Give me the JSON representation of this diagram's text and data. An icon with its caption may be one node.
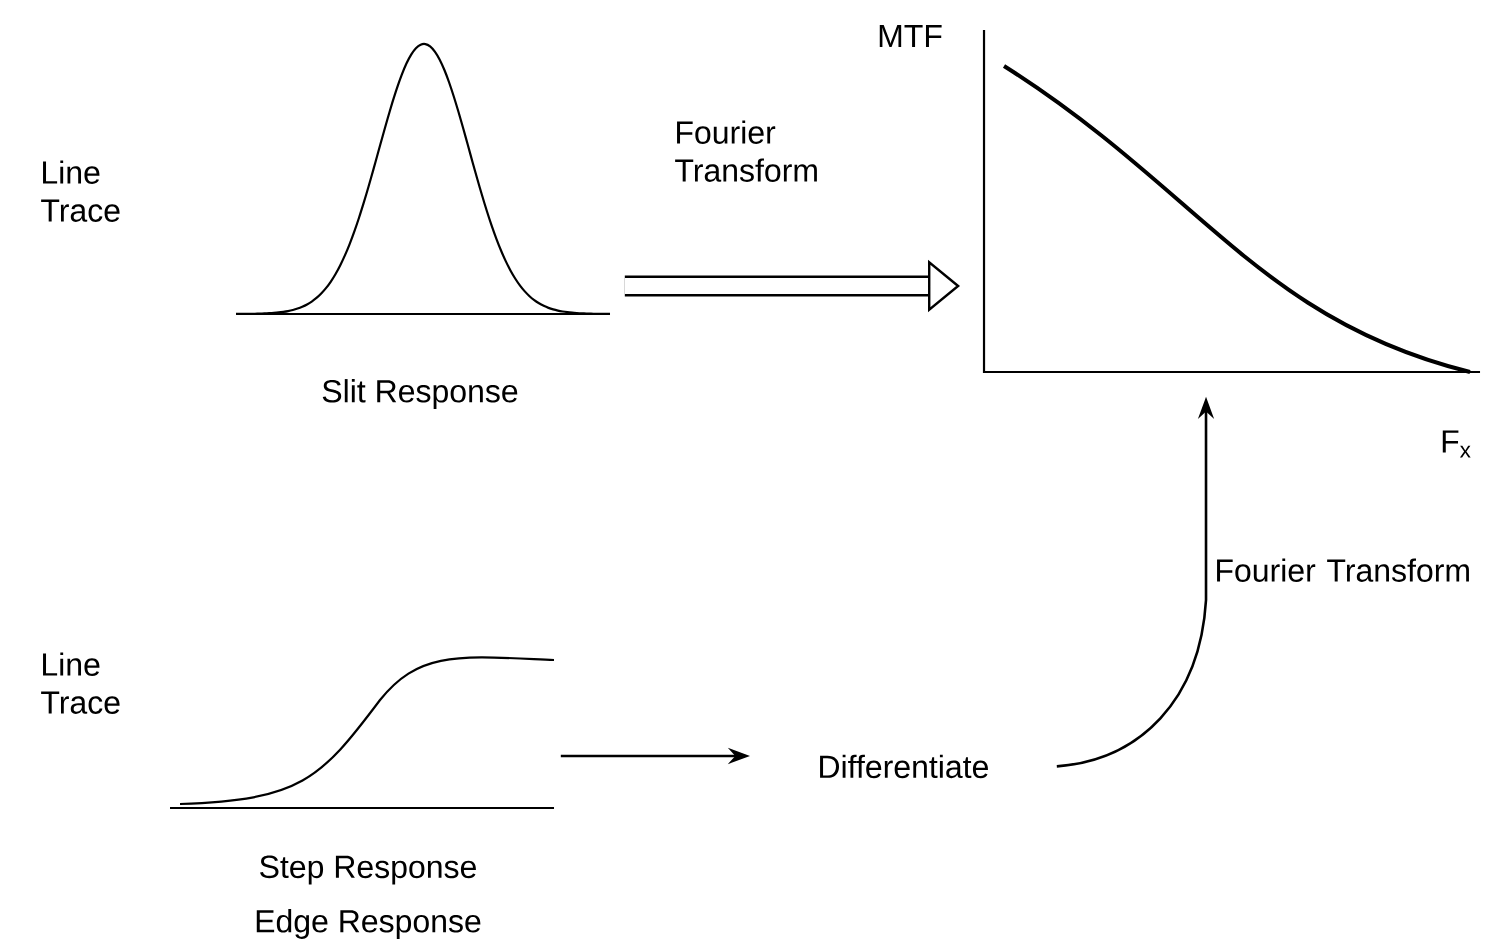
{
  "diagram": {
    "nodes": [
      {
        "text": [],
        "shape": "picture",
        "beside": [
          "Slit Response"
        ]
      },
      {
        "text": [],
        "shape": "picture",
        "beside": [
          "MTF",
          "F$_{x}$"
        ]
      },
      {
        "text": [],
        "shape": "picture",
        "beside": [
          "Step Response",
          "Edge Response"
        ]
      },
      {
        "text": [
          "Differentiate"
        ]
      }
    ],
    "edges": [
      {
        "from": 0,
        "to": 1,
        "arrow": "to",
        "label": "Fourier Transform",
        "style": "thick"
      },
      {
        "from": 2,
        "to": 3,
        "arrow": "to"
      },
      {
        "from": 3,
        "to": 1,
        "arrow": "to",
        "label": "Fourier Transform"
      }
    ],
    "labels": [
      "Line Trace",
      "Line Trace"
    ]
  }
}
